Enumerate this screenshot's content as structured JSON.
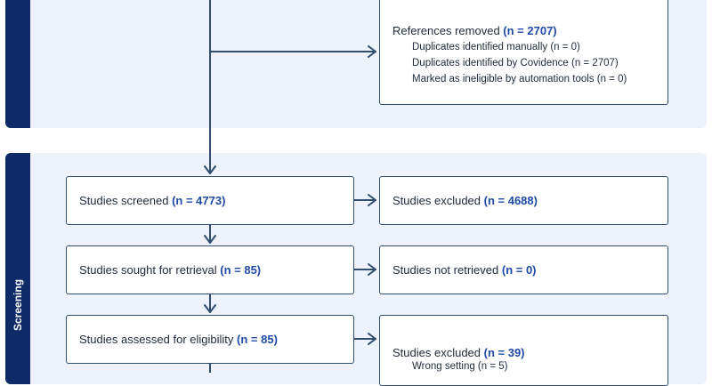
{
  "sections": {
    "screening_label": "Screening"
  },
  "top_box": {
    "title": "References removed",
    "count": "(n = 2707)",
    "items": [
      "Duplicates identified manually (n = 0)",
      "Duplicates identified by Covidence (n = 2707)",
      "Marked as ineligible by automation tools (n = 0)"
    ]
  },
  "screened": {
    "label": "Studies screened",
    "count": "(n = 4773)"
  },
  "excluded1": {
    "label": "Studies excluded",
    "count": "(n = 4688)"
  },
  "sought": {
    "label": "Studies sought for retrieval",
    "count": "(n = 85)"
  },
  "not_retrieved": {
    "label": "Studies not retrieved",
    "count": "(n = 0)"
  },
  "assessed": {
    "label": "Studies assessed for eligibility",
    "count": "(n = 85)"
  },
  "excluded2": {
    "label": "Studies excluded",
    "count": "(n = 39)",
    "first_reason": "Wrong setting (n = 5)"
  },
  "colors": {
    "panel_bg": "#eef3fb",
    "side_bar": "#0f2a66",
    "box_border": "#2f4d6f",
    "arrow": "#2f4d6f",
    "count_text": "#1f4aa8"
  }
}
